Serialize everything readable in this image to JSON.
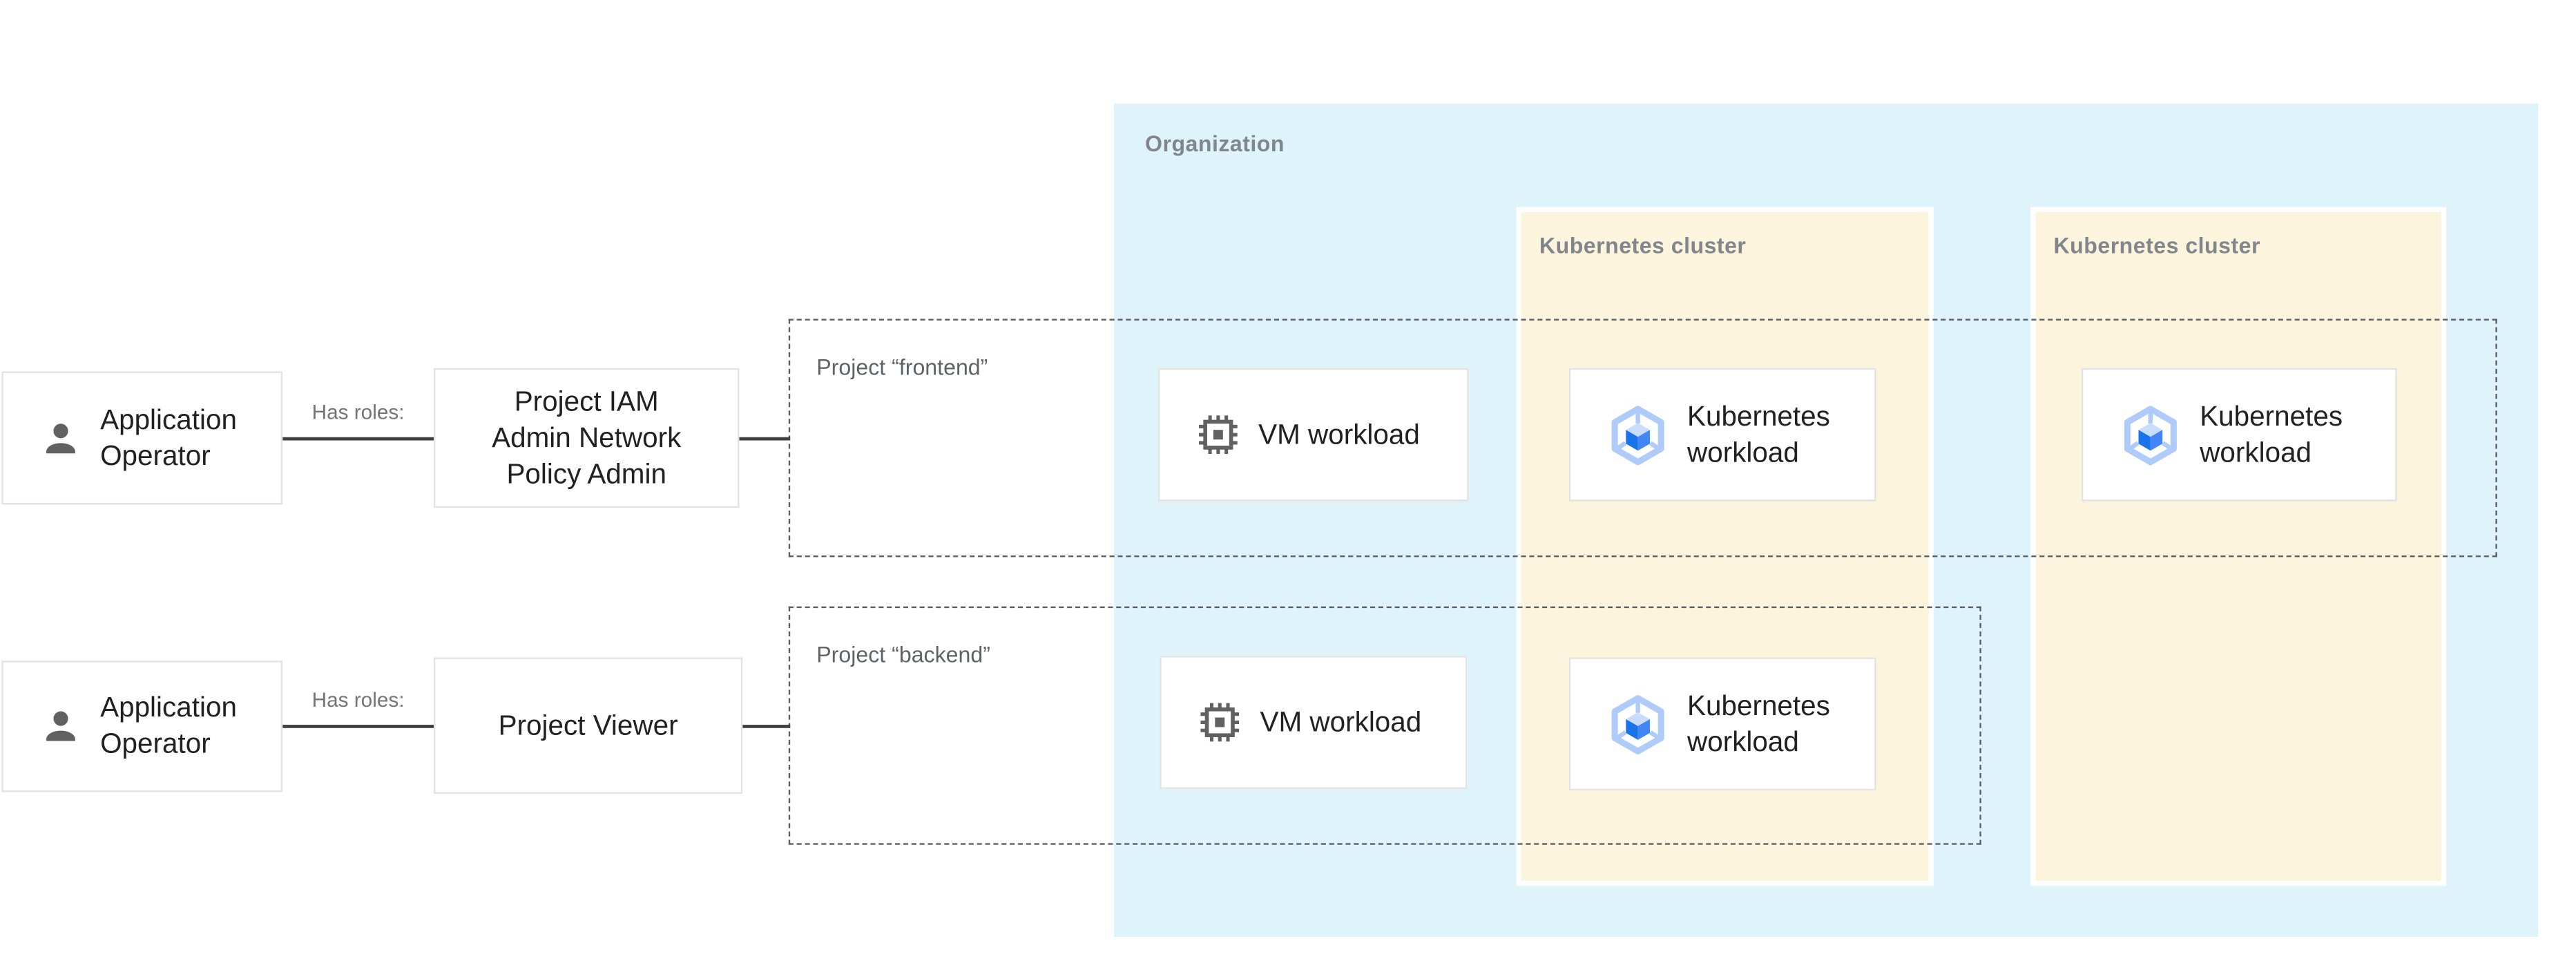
{
  "palette": {
    "organization_fill": "#dff3fb",
    "cluster_fill": "#fdf4dd",
    "node_border": "#e3e3e3",
    "dashed_border": "#5b5f63",
    "connector_line": "#424242",
    "zone_label_gray": "#80868b",
    "project_label_gray": "#5f6368",
    "relation_label_gray": "#757575",
    "node_text": "#212121",
    "icon_gray": "#616161",
    "gke_icon_light_blue": "#aecbfa",
    "gke_icon_pale_blue": "#c9dcfb",
    "gke_icon_blue": "#4285f4",
    "gke_icon_dark_blue": "#1a73e8"
  },
  "organization": {
    "label": "Organization"
  },
  "clusters": [
    {
      "label": "Kubernetes cluster"
    },
    {
      "label": "Kubernetes cluster"
    }
  ],
  "projects": [
    {
      "label": "Project “frontend”"
    },
    {
      "label": "Project “backend”"
    }
  ],
  "actors": [
    {
      "icon": "person-icon",
      "line1": "Application",
      "line2": "Operator"
    },
    {
      "icon": "person-icon",
      "line1": "Application",
      "line2": "Operator"
    }
  ],
  "relations": [
    {
      "label": "Has roles:"
    },
    {
      "label": "Has roles:"
    }
  ],
  "roles": [
    {
      "lines": [
        "Project IAM",
        "Admin Network",
        "Policy Admin"
      ]
    },
    {
      "lines": [
        "Project Viewer"
      ]
    }
  ],
  "workloads": {
    "vm_frontend": {
      "icon": "vm-chip-icon",
      "label": "VM workload"
    },
    "k8s_frontend_cluster1": {
      "icon": "gke-icon",
      "line1": "Kubernetes",
      "line2": "workload"
    },
    "k8s_frontend_cluster2": {
      "icon": "gke-icon",
      "line1": "Kubernetes",
      "line2": "workload"
    },
    "vm_backend": {
      "icon": "vm-chip-icon",
      "label": "VM workload"
    },
    "k8s_backend_cluster1": {
      "icon": "gke-icon",
      "line1": "Kubernetes",
      "line2": "workload"
    }
  }
}
